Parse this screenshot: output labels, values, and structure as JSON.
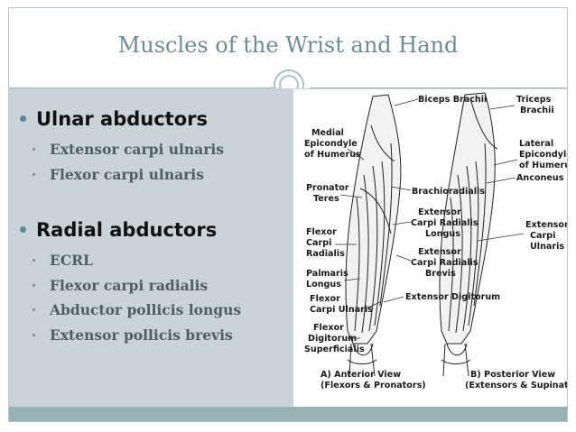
{
  "slide": {
    "title": "Muscles of the Wrist and Hand",
    "sections": [
      {
        "heading": "Ulnar abductors",
        "items": [
          "Extensor carpi ulnaris",
          "Flexor carpi ulnaris"
        ]
      },
      {
        "heading": "Radial abductors",
        "items": [
          "ECRL",
          "Flexor carpi radialis",
          "Abductor pollicis longus",
          "Extensor pollicis brevis"
        ]
      }
    ]
  },
  "figure": {
    "labels": {
      "biceps": "Biceps Brachii",
      "triceps1": "Triceps",
      "triceps2": "Brachii",
      "medial1": "Medial",
      "medial2": "Epicondyle",
      "medial3": "of Humerus",
      "lateral1": "Lateral",
      "lateral2": "Epicondyle",
      "lateral3": "of Humerus",
      "anconeus": "Anconeus",
      "pronator1": "Pronator",
      "pronator2": "Teres",
      "brachioradialis": "Brachioradialis",
      "ecrl1": "Extensor",
      "ecrl2": "Carpi Radialis",
      "ecrl3": "Longus",
      "ecrb1": "Extensor",
      "ecrb2": "Carpi Radialis",
      "ecrb3": "Brevis",
      "ecu1": "Extensor",
      "ecu2": "Carpi",
      "ecu3": "Ulnaris",
      "fcr1": "Flexor",
      "fcr2": "Carpi",
      "fcr3": "Radialis",
      "palmaris1": "Palmaris",
      "palmaris2": "Longus",
      "fcu1": "Flexor",
      "fcu2": "Carpi Ulnaris",
      "ed": "Extensor Digitorum",
      "fds1": "Flexor",
      "fds2": "Digitorum",
      "fds3": "Superficialis",
      "anterior1": "A) Anterior View",
      "anterior2": "(Flexors & Pronators)",
      "posterior1": "B) Posterior View",
      "posterior2": "(Extensors & Supinators)"
    }
  },
  "colors": {
    "title": "#6b8d96",
    "panel": "#c9d3d8",
    "accent": "#96b2b7",
    "bullet": "#5b8a93",
    "subtext": "#4e5e66"
  }
}
